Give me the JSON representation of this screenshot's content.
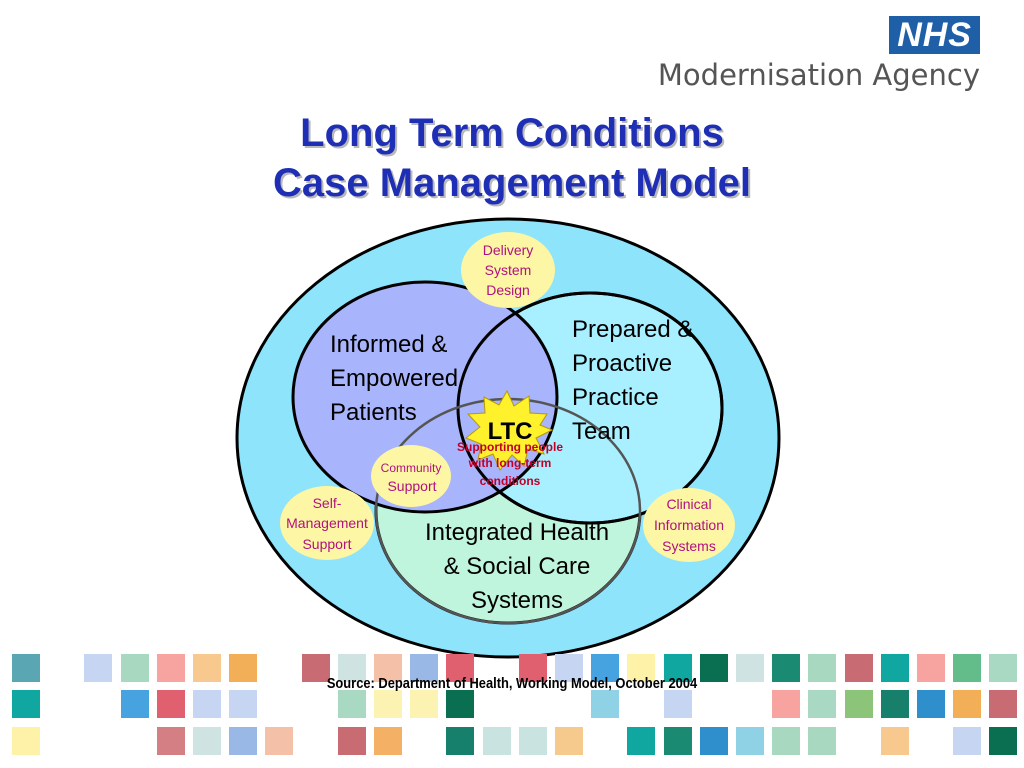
{
  "logo": {
    "nhs": "NHS",
    "agency": "Modernisation Agency"
  },
  "title": {
    "line1": "Long Term Conditions",
    "line2": "Case Management Model"
  },
  "diagram": {
    "informed": [
      "Informed &",
      "Empowered",
      "Patients"
    ],
    "prepared": [
      "Prepared &",
      "Proactive",
      "Practice",
      "Team"
    ],
    "integrated": [
      "Integrated Health",
      "& Social Care",
      "Systems"
    ],
    "delivery": [
      "Delivery",
      "System",
      "Design"
    ],
    "self_management": [
      "Self-",
      "Management",
      "Support"
    ],
    "clinical": [
      "Clinical",
      "Information",
      "Systems"
    ],
    "community": [
      "Community",
      "Support"
    ],
    "ltc": "LTC",
    "supporting": [
      "Supporting people",
      "with long-term",
      "conditions"
    ]
  },
  "colors": {
    "outer": "#8de4fb",
    "informed": "#a8b4fb",
    "prepared": "#a8f0ff",
    "integrated": "#bff5dd",
    "bubble": "#fdf6a4",
    "star": "#fff12c",
    "title": "#1f2fb5",
    "bubble_text": "#b0127e",
    "supporting_text": "#c0002a"
  },
  "source": "Source: Department of Health, Working Model, October 2004"
}
